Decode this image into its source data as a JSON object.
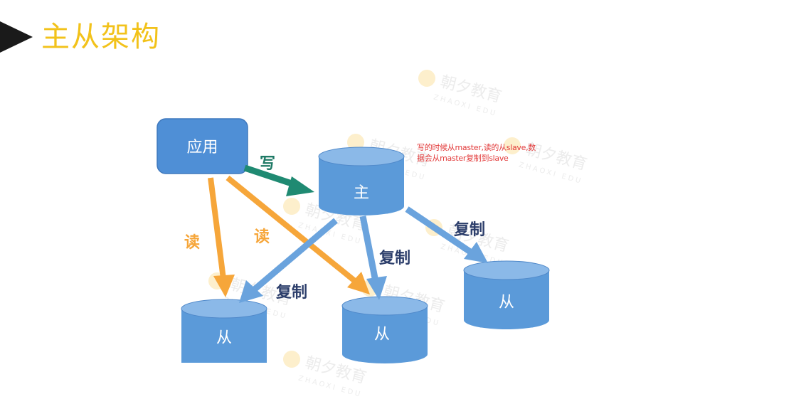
{
  "header": {
    "title": "主从架构"
  },
  "diagram": {
    "app_label": "应用",
    "master_label": "主",
    "slave_labels": [
      "从",
      "从",
      "从"
    ],
    "edge_labels": {
      "write": "写",
      "read_1": "读",
      "read_2": "读",
      "replicate_1": "复制",
      "replicate_2": "复制",
      "replicate_3": "复制"
    },
    "note_line_1": "写的时候从master,读的从slave,数",
    "note_line_2": "据会从master复制到slave",
    "colors": {
      "node_fill": "#4f8fd6",
      "cyl_top": "#8bb9e8",
      "write_arrow": "#1f8a72",
      "read_arrow": "#f6a63a",
      "replicate_arrow": "#6aa3dd",
      "label_dark": "#2c3e6b",
      "title": "#f2c21a",
      "note": "#e23b3b"
    }
  },
  "watermark": {
    "brand": "朝夕教育",
    "sub": "ZHAOXI EDU"
  }
}
